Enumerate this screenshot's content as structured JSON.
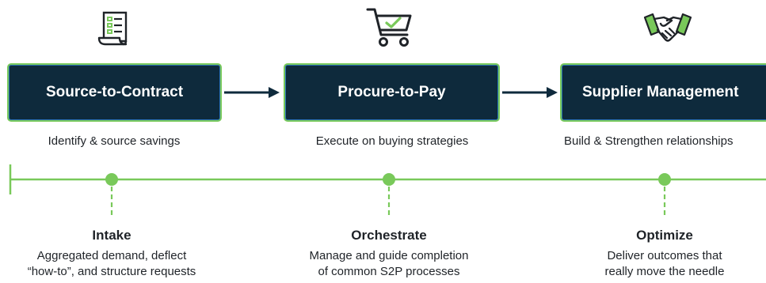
{
  "colors": {
    "navy": "#0e2a3c",
    "green": "#79c95a",
    "blue_border": "#2a72b8",
    "text": "#1f2328"
  },
  "stages": [
    {
      "label": "Source-to-Contract",
      "description": "Identify & source savings",
      "icon": "contract-document-icon"
    },
    {
      "label": "Procure-to-Pay",
      "description": "Execute on buying strategies",
      "icon": "shopping-cart-check-icon"
    },
    {
      "label": "Supplier Management",
      "description": "Build & Strengthen relationships",
      "icon": "handshake-icon"
    }
  ],
  "phases": [
    {
      "title": "Intake",
      "lines": [
        "Aggregated demand, deflect",
        "“how-to”, and structure requests"
      ]
    },
    {
      "title": "Orchestrate",
      "lines": [
        "Manage and guide completion",
        "of common S2P processes"
      ]
    },
    {
      "title": "Optimize",
      "lines": [
        "Deliver outcomes that",
        "really move the needle"
      ]
    }
  ]
}
